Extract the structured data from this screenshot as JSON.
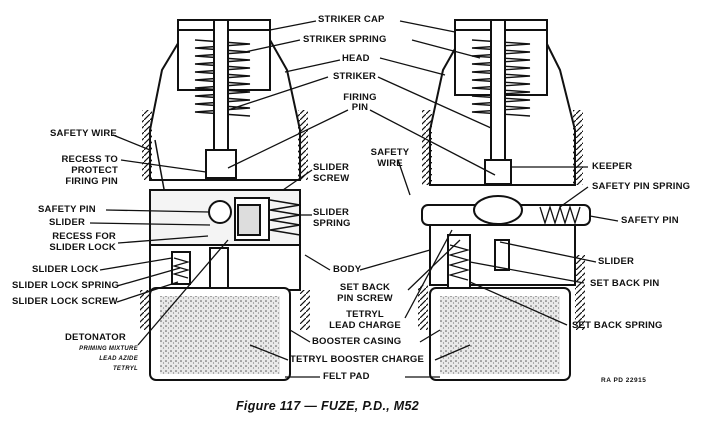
{
  "figure": {
    "caption": "Figure 117 — FUZE, P.D., M52",
    "reference": "RA PD 22915"
  },
  "labels": {
    "striker_cap": "STRIKER CAP",
    "striker_spring": "STRIKER SPRING",
    "head": "HEAD",
    "striker": "STRIKER",
    "firing_pin_1": "FIRING",
    "firing_pin_2": "PIN",
    "safety_wire_left": "SAFETY WIRE",
    "recess_protect_1": "RECESS TO",
    "recess_protect_2": "PROTECT",
    "recess_protect_3": "FIRING PIN",
    "slider_screw_1": "SLIDER",
    "slider_screw_2": "SCREW",
    "safety_pin_left": "SAFETY PIN",
    "slider_left": "SLIDER",
    "recess_slider_lock_1": "RECESS FOR",
    "recess_slider_lock_2": "SLIDER LOCK",
    "slider_spring_1": "SLIDER",
    "slider_spring_2": "SPRING",
    "slider_lock": "SLIDER LOCK",
    "slider_lock_spring": "SLIDER LOCK SPRING",
    "slider_lock_screw": "SLIDER LOCK SCREW",
    "body": "BODY",
    "set_back_pin_screw_1": "SET BACK",
    "set_back_pin_screw_2": "PIN SCREW",
    "tetryl_lead_1": "TETRYL",
    "tetryl_lead_2": "LEAD CHARGE",
    "detonator": "DETONATOR",
    "priming_mixture": "PRIMING MIXTURE",
    "lead_azide": "LEAD AZIDE",
    "tetryl_small": "TETRYL",
    "booster_casing": "BOOSTER CASING",
    "tetryl_booster": "TETRYL BOOSTER CHARGE",
    "felt_pad": "FELT PAD",
    "safety_wire_right_1": "SAFETY",
    "safety_wire_right_2": "WIRE",
    "keeper": "KEEPER",
    "safety_pin_spring": "SAFETY PIN SPRING",
    "safety_pin_right": "SAFETY PIN",
    "slider_right": "SLIDER",
    "set_back_pin": "SET BACK PIN",
    "set_back_spring": "SET BACK SPRING"
  },
  "colors": {
    "ink": "#111111",
    "paper": "#ffffff",
    "fill": "#e6e6e6",
    "charge": "#cfcfcf"
  }
}
